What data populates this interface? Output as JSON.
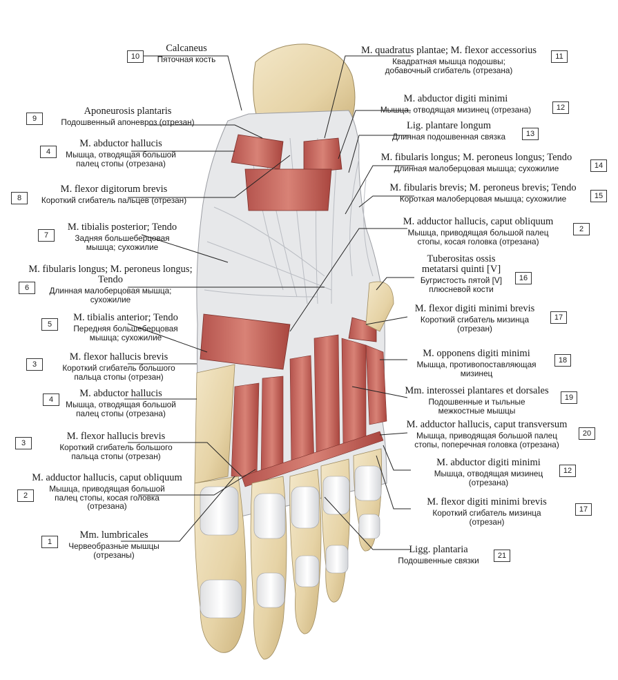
{
  "labels": [
    {
      "id": "10",
      "num": "10",
      "latin": "Calcaneus",
      "ru": [
        "Пяточная кость"
      ]
    },
    {
      "id": "11",
      "num": "11",
      "latin": "M. quadratus plantae; M. flexor accessorius",
      "ru": [
        "Квадратная мышца подошвы;",
        "добавочный сгибатель (отрезана)"
      ]
    },
    {
      "id": "9",
      "num": "9",
      "latin": "Aponeurosis plantaris",
      "ru": [
        "Подошвенный апоневроз (отрезан)"
      ]
    },
    {
      "id": "12a",
      "num": "12",
      "latin": "M. abductor digiti minimi",
      "ru": [
        "Мышца, отводящая мизинец (отрезана)"
      ]
    },
    {
      "id": "13",
      "num": "13",
      "latin": "Lig. plantare longum",
      "ru": [
        "Длинная подошвенная связка"
      ]
    },
    {
      "id": "4a",
      "num": "4",
      "latin": "M. abductor hallucis",
      "ru": [
        "Мышца, отводящая большой",
        "палец стопы (отрезана)"
      ]
    },
    {
      "id": "14",
      "num": "14",
      "latin": "M. fibularis longus; M. peroneus longus; Tendo",
      "ru": [
        "Длинная малоберцовая мышца; сухожилие"
      ]
    },
    {
      "id": "8",
      "num": "8",
      "latin": "M. flexor digitorum brevis",
      "ru": [
        "Короткий сгибатель пальцев (отрезан)"
      ]
    },
    {
      "id": "15",
      "num": "15",
      "latin": "M. fibularis brevis; M. peroneus brevis; Tendo",
      "ru": [
        "Короткая малоберцовая мышца; сухожилие"
      ]
    },
    {
      "id": "7",
      "num": "7",
      "latin": "M. tibialis posterior; Tendo",
      "ru": [
        "Задняя большеберцовая",
        "мышца; сухожилие"
      ]
    },
    {
      "id": "2a",
      "num": "2",
      "latin": "M. adductor hallucis, caput obliquum",
      "ru": [
        "Мышца, приводящая большой палец",
        "стопы, косая головка (отрезана)"
      ]
    },
    {
      "id": "6",
      "num": "6",
      "latin": "M. fibularis longus; M. peroneus longus; Tendo",
      "ru": [
        "Длинная малоберцовая мышца;",
        "сухожилие"
      ]
    },
    {
      "id": "16",
      "num": "16",
      "latin": "Tuberositas ossis metatarsi quinti [V]",
      "ru": [
        "Бугристость пятой [V]",
        "плюсневой кости"
      ]
    },
    {
      "id": "5",
      "num": "5",
      "latin": "M. tibialis anterior; Tendo",
      "ru": [
        "Передняя большеберцовая",
        "мышца; сухожилие"
      ]
    },
    {
      "id": "17a",
      "num": "17",
      "latin": "M. flexor digiti minimi brevis",
      "ru": [
        "Короткий сгибатель мизинца",
        "(отрезан)"
      ]
    },
    {
      "id": "3a",
      "num": "3",
      "latin": "M. flexor hallucis brevis",
      "ru": [
        "Короткий сгибатель большого",
        "пальца стопы (отрезан)"
      ]
    },
    {
      "id": "18",
      "num": "18",
      "latin": "M. opponens digiti minimi",
      "ru": [
        "Мышца, противопоставляющая",
        "мизинец"
      ]
    },
    {
      "id": "4b",
      "num": "4",
      "latin": "M. abductor hallucis",
      "ru": [
        "Мышца, отводящая большой",
        "палец стопы (отрезана)"
      ]
    },
    {
      "id": "19",
      "num": "19",
      "latin": "Mm. interossei plantares et dorsales",
      "ru": [
        "Подошвенные и тыльные",
        "межкостные мышцы"
      ]
    },
    {
      "id": "20",
      "num": "20",
      "latin": "M. adductor hallucis, caput transversum",
      "ru": [
        "Мышца, приводящая большой палец",
        "стопы, поперечная головка (отрезана)"
      ]
    },
    {
      "id": "3b",
      "num": "3",
      "latin": "M. flexor hallucis brevis",
      "ru": [
        "Короткий сгибатель большого",
        "пальца стопы (отрезан)"
      ]
    },
    {
      "id": "12b",
      "num": "12",
      "latin": "M. abductor digiti minimi",
      "ru": [
        "Мышца, отводящая мизинец",
        "(отрезана)"
      ]
    },
    {
      "id": "2b",
      "num": "2",
      "latin": "M. adductor hallucis, caput obliquum",
      "ru": [
        "Мышца, приводящая большой",
        "палец стопы, косая головка",
        "(отрезана)"
      ]
    },
    {
      "id": "17b",
      "num": "17",
      "latin": "M. flexor digiti minimi brevis",
      "ru": [
        "Короткий сгибатель мизинца",
        "(отрезан)"
      ]
    },
    {
      "id": "1",
      "num": "1",
      "latin": "Mm. lumbricales",
      "ru": [
        "Червеобразные мышцы",
        "(отрезаны)"
      ]
    },
    {
      "id": "21",
      "num": "21",
      "latin": "Ligg. plantaria",
      "ru": [
        "Подошвенные связки"
      ]
    }
  ]
}
